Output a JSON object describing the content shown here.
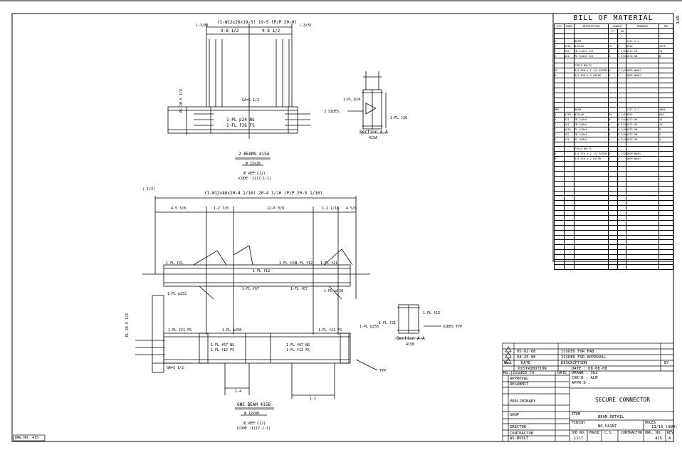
{
  "corner_mark": "NOTE",
  "sheet_ref": "DWG NO. 415",
  "beam_a": {
    "header": "(1-W12x26x19-5)  19-5  (P/P 20-0)",
    "left_elev": "(-3/8)",
    "right_elev": "(-3/8)",
    "span_left": "9-8 1/2",
    "span_right": "9-8 1/2",
    "plate_note_1": "1-PL p24 NS",
    "plate_note_2": "1-FL f36 FS",
    "ga": "GA=5 1/2",
    "elev": "EL 20-5 1/8",
    "title": "2 BEAMS 415A",
    "mark": "W 12x26",
    "ref": "(E REF:C12)",
    "code": "(CODE :1117-1-1)"
  },
  "section_a": {
    "label_top": "1-PL p24",
    "label_bottom": "1-FL f36",
    "sides": "3 SIDES",
    "title": "Section A-A",
    "sheet": "415A"
  },
  "beam_b": {
    "elev_mark": "(-1/4)",
    "header": "(1-W12x40x20-4 1/16)  20-4 1/16  (P/P 20-5 1/16)",
    "dims": [
      "4-5 3/8",
      "1-2 7/8",
      "12-6 3/8",
      "1-2 1/16",
      "4 5/8"
    ],
    "notes": [
      "1-FL f21",
      "1-FL f12",
      "1-FL f24",
      "1-FL f12",
      "1-FL f21",
      "1-FL f67",
      "1-FL f67",
      "1-PL p252",
      "1-PL p258",
      "1-FL f21 FS",
      "1-PL p258",
      "1-FL f21 FS",
      "1-PL p255"
    ],
    "ns_left_1": "1-FL f67 NS",
    "ns_left_2": "1-FL f12 FS",
    "ns_right_1": "1-FL f67 NS",
    "ns_right_2": "1-FL f12 FS",
    "ga": "GA=5 1/2",
    "elev": "EL 20-5 1/8",
    "bottom_dims": [
      "1-4",
      "1-2"
    ],
    "title": "ONE BEAM 415B",
    "mark": "W 12x40",
    "ref": "(E REF:C12)",
    "code": "(CODE :1117-1-1)",
    "typ": "TYP"
  },
  "section_b": {
    "label": "1-FL f12",
    "label2": "1-FL f21",
    "sides": "SIDES TYP",
    "title": "Section A-A",
    "sheet": "415B"
  },
  "bom": {
    "title": "BILL OF MATERIAL",
    "headers": [
      "QTY",
      "MARK",
      "DESCRIPTION",
      "LENGTH",
      "",
      "REMARKS",
      "NO"
    ],
    "subheaders": [
      "FT",
      "IN"
    ],
    "rows": [
      [
        "",
        "",
        "",
        "",
        "",
        "",
        ""
      ],
      [
        "2",
        "",
        "BEAM",
        "",
        "",
        "1117-1-1",
        ""
      ],
      [
        "2",
        "415A",
        "W12x26",
        "19",
        "5",
        "A992",
        "1925"
      ],
      [
        "2",
        "f36",
        "FB 3/8x4 1/8",
        "0",
        "2 1/2",
        "A572-50",
        "11"
      ],
      [
        "2",
        "p24",
        "PL 3/8x5 1/8",
        "0",
        "3 1/2",
        "A572-50",
        "8"
      ],
      [
        "",
        "",
        "",
        "",
        "",
        "",
        ""
      ],
      [
        "",
        "",
        "FIELD BOLTS",
        "",
        "",
        "",
        ""
      ],
      [
        "12",
        "",
        "3/4 DIA x 2 1/4 A325N",
        "0",
        "2 1/4",
        "SHOP WASH",
        ""
      ],
      [
        "6",
        "",
        "3/4 DIA x 2 A325N",
        "0",
        "2",
        "SHOP WASH",
        ""
      ],
      [
        "",
        "",
        "",
        "",
        "",
        "",
        ""
      ],
      [
        "",
        "",
        "",
        "",
        "",
        "",
        ""
      ],
      [
        "",
        "",
        "",
        "",
        "",
        "",
        ""
      ],
      [
        "",
        "",
        "",
        "",
        "",
        "",
        ""
      ],
      [
        "",
        "",
        "",
        "",
        "",
        "",
        ""
      ],
      [
        "",
        "",
        "",
        "",
        "",
        "",
        ""
      ],
      [
        "ONE",
        "",
        "BEAM",
        "",
        "",
        "1117-1-1",
        "1B04"
      ],
      [
        "1",
        "415B",
        "W12x40",
        "20",
        "4 1/16",
        "A992",
        "816"
      ],
      [
        "2",
        "f21",
        "FB 3/8x4",
        "0",
        "8 3/4",
        "A572-50",
        "11"
      ],
      [
        "1",
        "f24",
        "FB 3/8x4",
        "0",
        "8 3/4",
        "A572-50",
        "10"
      ],
      [
        "2",
        "p255",
        "PL 3/8x4",
        "0",
        "6 1/4",
        "A572-50",
        "5"
      ],
      [
        "2",
        "f67",
        "FB 3/8x4",
        "0",
        "8 3/4",
        "A572-50",
        "5"
      ],
      [
        "2",
        "f12",
        "PL 3/8x4",
        "0",
        "8 3/4",
        "A572-50",
        "5"
      ],
      [
        "",
        "",
        "",
        "",
        "",
        "",
        ""
      ],
      [
        "",
        "",
        "FIELD BOLTS",
        "",
        "",
        "",
        ""
      ],
      [
        "8",
        "",
        "3/4 DIA x 2 1/4 A325N",
        "0",
        "2 1/4",
        "SHOP WASH",
        ""
      ],
      [
        "3",
        "",
        "3/4 DIA x 2 A325N",
        "0",
        "2",
        "SHOP WASH",
        ""
      ]
    ]
  },
  "title_block": {
    "revs": [
      {
        "no": "",
        "date": "",
        "desc": ""
      },
      {
        "no": "",
        "date": "05-02-08",
        "desc": "ISSUED FOR FAB"
      },
      {
        "no": "",
        "date": "04-25-08",
        "desc": "ISSUED FOR APPROVAL"
      }
    ],
    "rev_headers": [
      "No.",
      "DATE",
      "DESCRIPTION",
      "BY"
    ],
    "distribution": "DISTRIBUTION",
    "date_label": "DATE : 08-08-08",
    "issued_to": "No.|ISSUED TO",
    "date_col": "DATE",
    "drawn": "DRAWN : SGZ",
    "checked": "CHK'D : ALM",
    "approved": "APPR'D :",
    "statuses": [
      "APPROVAL",
      "RESUBMIT",
      "PRELIMINARY",
      "SHOP",
      "ERECTOR",
      "CONTRACTOR",
      "AS-BUILT"
    ],
    "project": "SECURE CONNECTOR",
    "item_label": "ITEM",
    "item": "BEAM DETAIL",
    "finish_label": "FINISH",
    "finish": "NO PAINT",
    "holes_label": "HOLES",
    "holes": "13/16 (UNO)",
    "job_label": "JOB NO.",
    "job": "1117",
    "phase_label": "PHASE",
    "cs_label": "C.S.",
    "contractor_label": "CONTRACTOR",
    "dwg_label": "DWG. NO.",
    "dwg": "415",
    "rev_label": "REV",
    "rev": "A"
  }
}
